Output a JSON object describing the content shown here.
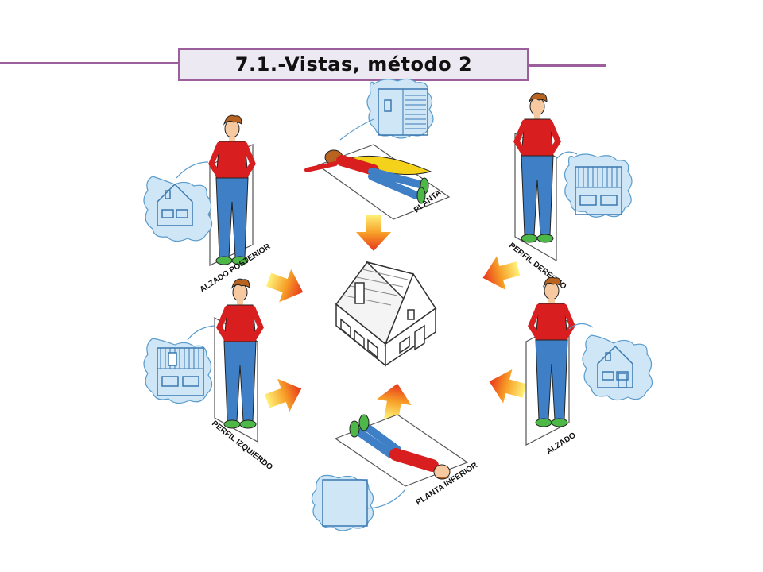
{
  "title": "7.1.-Vistas, método 2",
  "views": {
    "planta": "PLANTA",
    "perfil_derecho": "PERFIL DERECHO",
    "alzado_posterior": "ALZADO POSTERIOR",
    "perfil_izquierdo": "PERFIL IZQUIERDO",
    "alzado": "ALZADO",
    "planta_inferior": "PLANTA INFERIOR"
  },
  "colors": {
    "accent": "#9b5f9b",
    "title_bg": "#ece9f2",
    "bubble": "#cfe6f7",
    "bubble_stroke": "#5a9ccc",
    "shirt": "#d81e1e",
    "jeans": "#3f7fc6",
    "shoes": "#4db848",
    "hair": "#b8631f",
    "cape": "#f4d21b",
    "arrow_start": "#fff27a",
    "arrow_end": "#e8331b"
  }
}
